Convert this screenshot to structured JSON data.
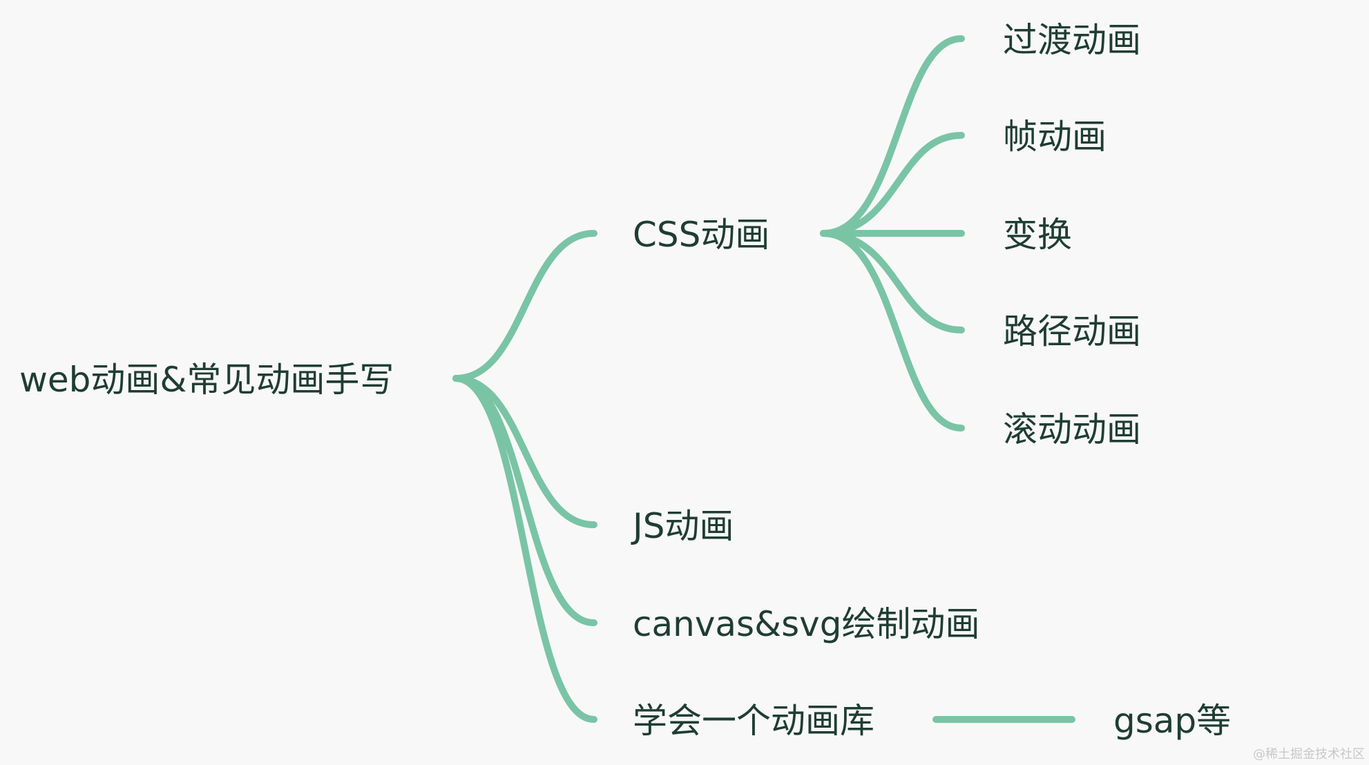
{
  "colors": {
    "background": "#f8f8f8",
    "branch": "#7ac4a6",
    "text": "#1f3d33",
    "watermark": "#c8c8c8"
  },
  "root": "web动画&常见动画手写",
  "level1": [
    {
      "label": "CSS动画"
    },
    {
      "label": "JS动画"
    },
    {
      "label": "canvas&svg绘制动画"
    },
    {
      "label": "学会一个动画库"
    }
  ],
  "css_children": [
    "过渡动画",
    "帧动画",
    "变换",
    "路径动画",
    "滚动动画"
  ],
  "library_children": [
    "gsap等"
  ],
  "watermark": "@稀土掘金技术社区"
}
